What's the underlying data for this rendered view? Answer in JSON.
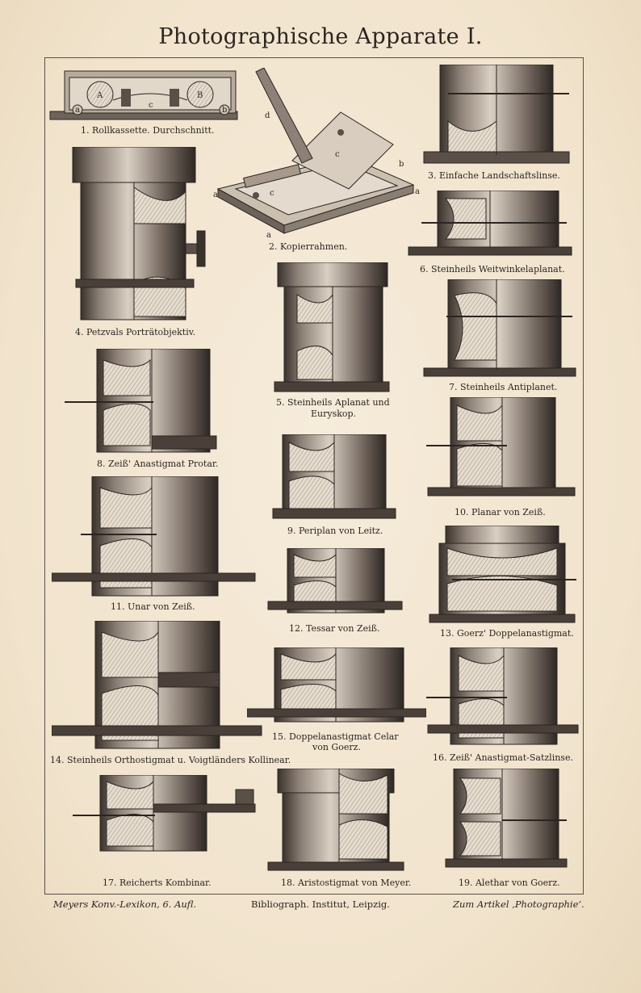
{
  "title": "Photographische Apparate I.",
  "figures": {
    "f1": "1. Rollkassette. Durchschnitt.",
    "f2": "2. Kopierrahmen.",
    "f3": "3. Einfache Landschaftslinse.",
    "f4": "4. Petzvals Porträtobjektiv.",
    "f5a": "5. Steinheils Aplanat und",
    "f5b": "Euryskop.",
    "f6": "6. Steinheils Weitwinkelaplanat.",
    "f7": "7. Steinheils Antiplanet.",
    "f8": "8. Zeiß' Anastigmat Protar.",
    "f9": "9. Periplan von Leitz.",
    "f10": "10. Planar von Zeiß.",
    "f11": "11. Unar von Zeiß.",
    "f12": "12. Tessar von Zeiß.",
    "f13": "13. Goerz' Doppelanastigmat.",
    "f14": "14. Steinheils Orthostigmat u. Voigtländers Kollinear.",
    "f15a": "15. Doppelanastigmat Celar",
    "f15b": "von Goerz.",
    "f16": "16. Zeiß' Anastigmat-Satzlinse.",
    "f17": "17. Reicherts Kombinar.",
    "f18": "18. Aristostigmat von Meyer.",
    "f19": "19. Alethar von Goerz."
  },
  "figure_labels": {
    "rollkassette": [
      "A",
      "B",
      "a",
      "b",
      "c"
    ],
    "kopierrahmen": [
      "a",
      "a",
      "a",
      "b",
      "c",
      "c",
      "d"
    ]
  },
  "footer": {
    "left": "Meyers Konv.-Lexikon, 6. Aufl.",
    "center": "Bibliograph. Institut, Leipzig.",
    "right": "Zum Artikel ‚Photographie‘."
  }
}
